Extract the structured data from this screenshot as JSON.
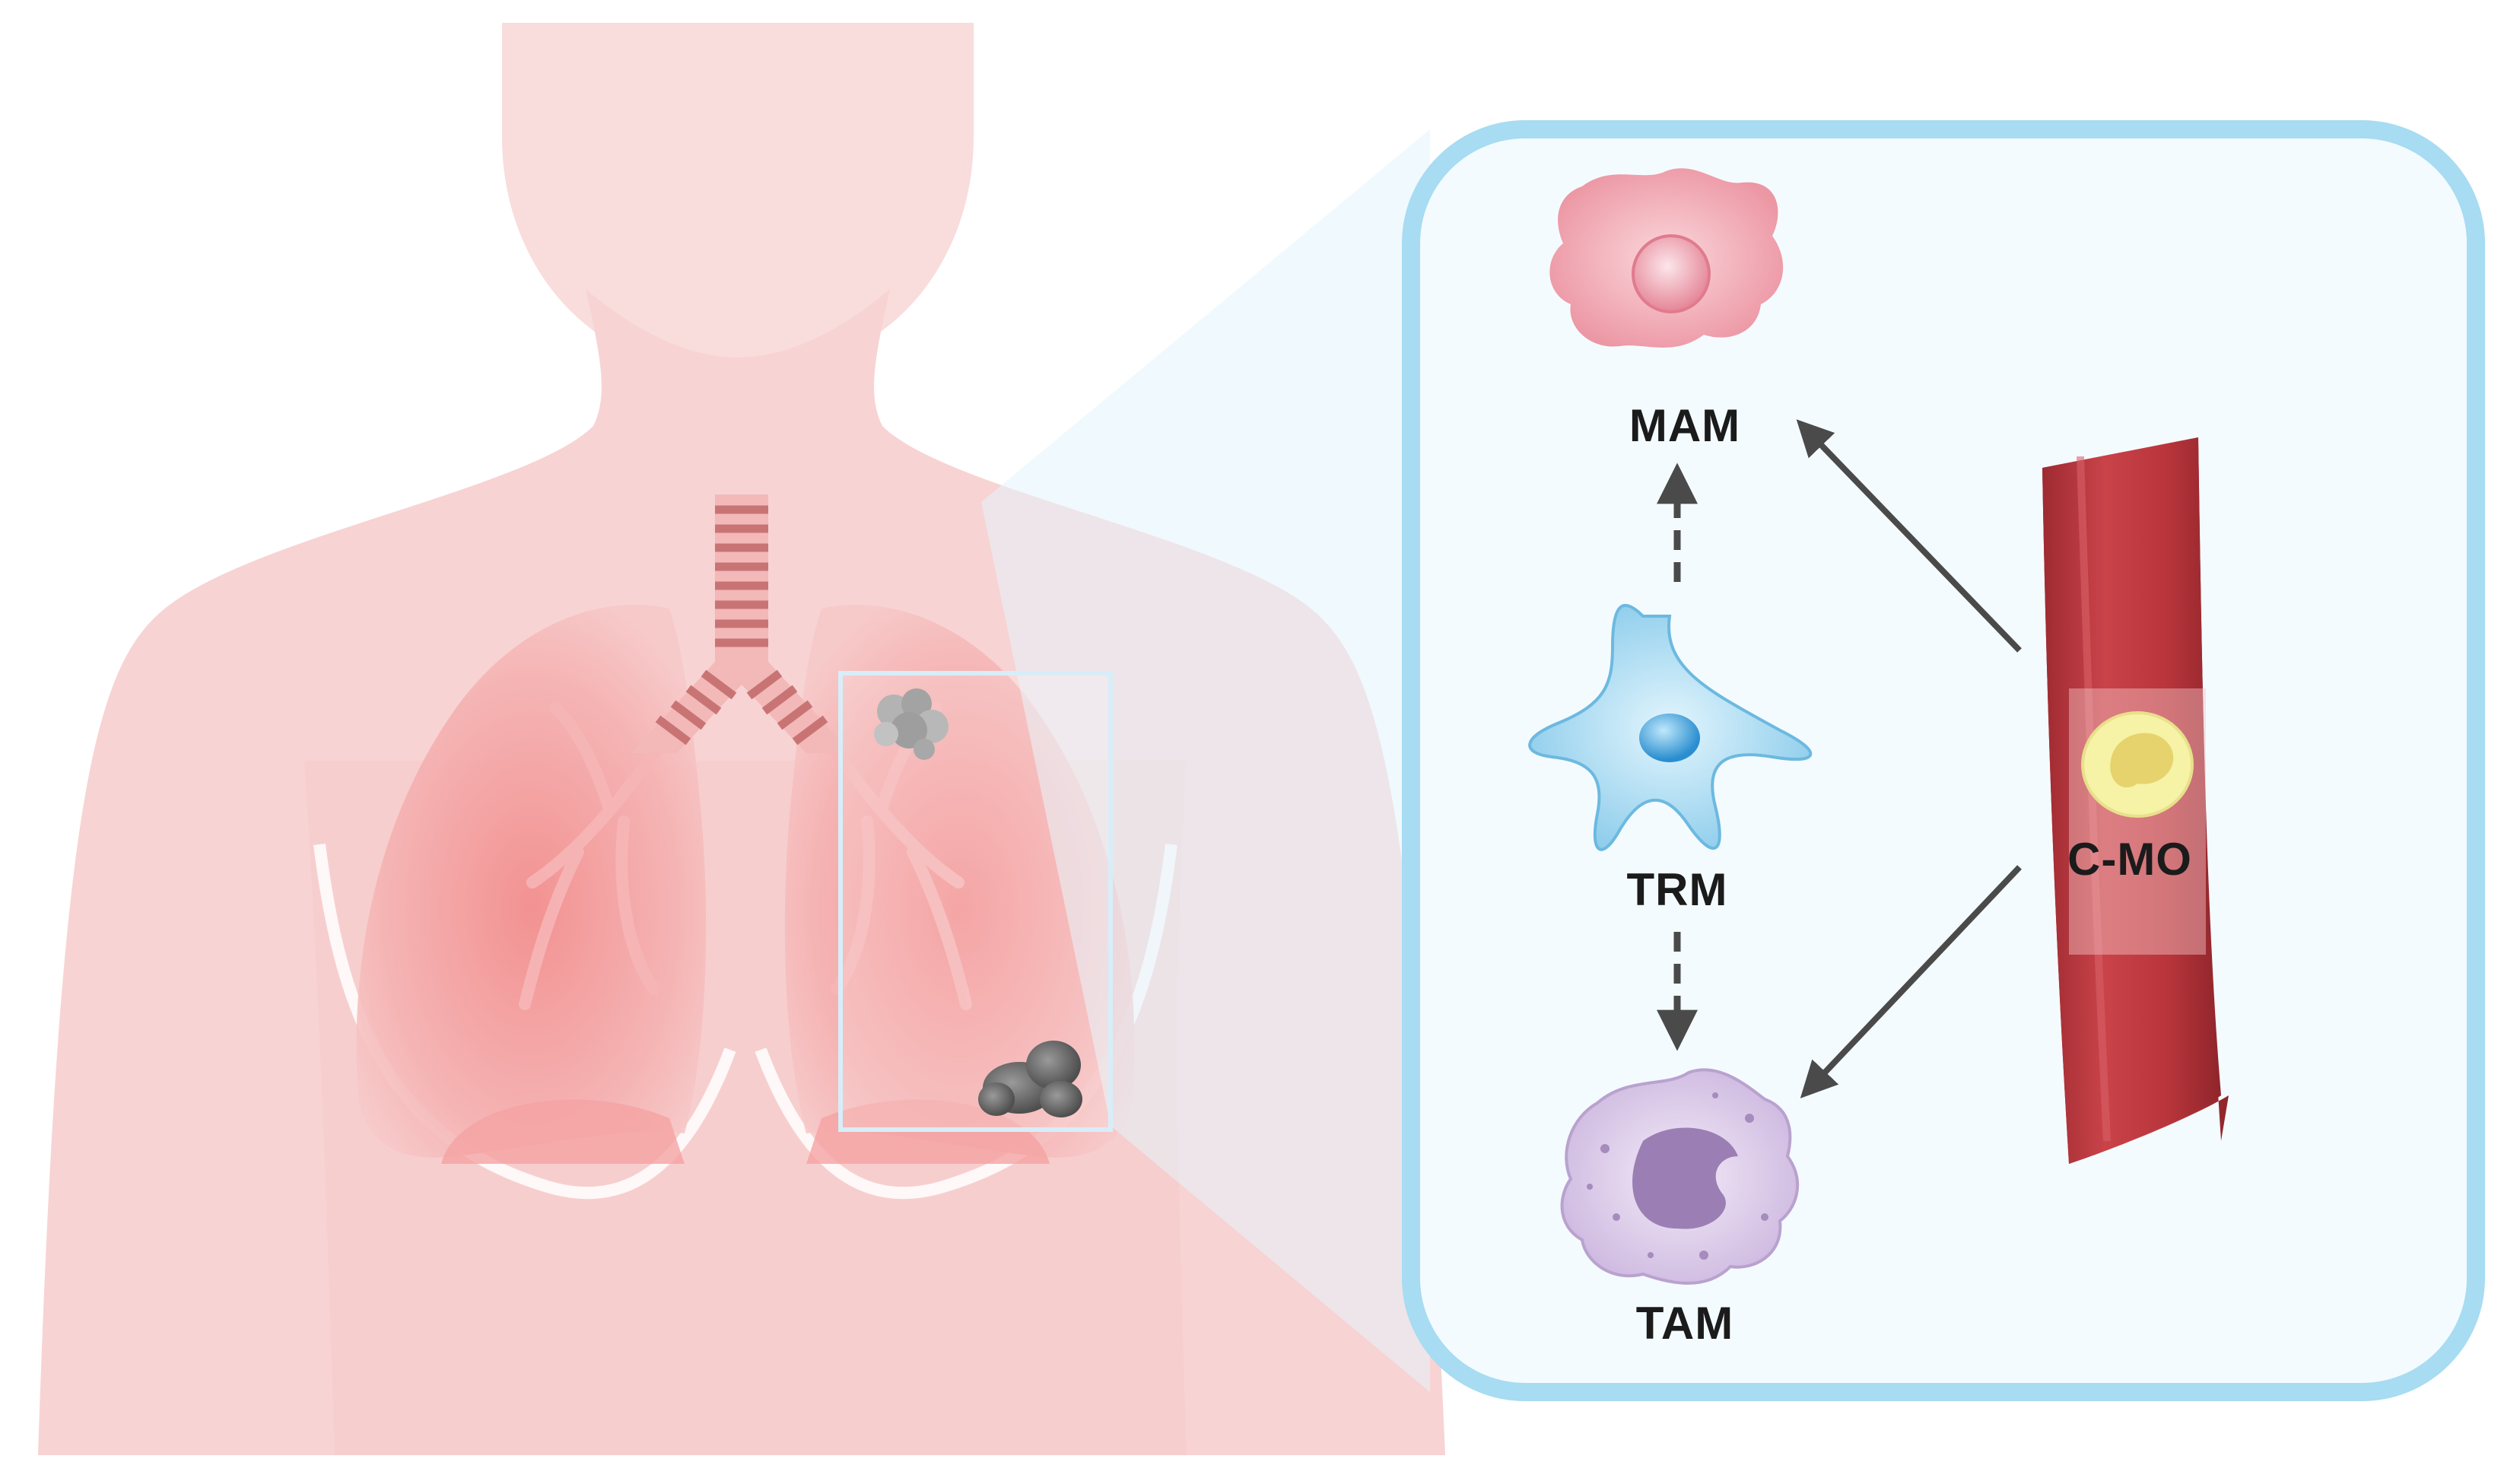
{
  "labels": {
    "mam": "MAM",
    "trm": "TRM",
    "tam": "TAM",
    "cmo": "C-MO"
  },
  "colors": {
    "body": "#f8d6d6",
    "body_shadow": "#f2c2c2",
    "lung": "#f09a9a",
    "trachea_ring": "#cf7a7a",
    "panel_fill": "#f4fbfe",
    "panel_border": "#a7dcf2",
    "zoom_cone": "#e3f4fb",
    "mam_cell": "#f1a7b1",
    "trm_cell": "#9fd6ef",
    "tam_cell": "#d9c6e7",
    "tam_nucleus": "#9b7fb4",
    "vessel": "#b8353b",
    "monocyte": "#f6f2a6",
    "arrow": "#4a4a4a",
    "tumor": "#6c6c6c"
  },
  "relations": [
    {
      "from": "C-MO",
      "to": "MAM",
      "style": "solid"
    },
    {
      "from": "C-MO",
      "to": "TAM",
      "style": "solid"
    },
    {
      "from": "TRM",
      "to": "MAM",
      "style": "dashed"
    },
    {
      "from": "TRM",
      "to": "TAM",
      "style": "dashed"
    }
  ]
}
